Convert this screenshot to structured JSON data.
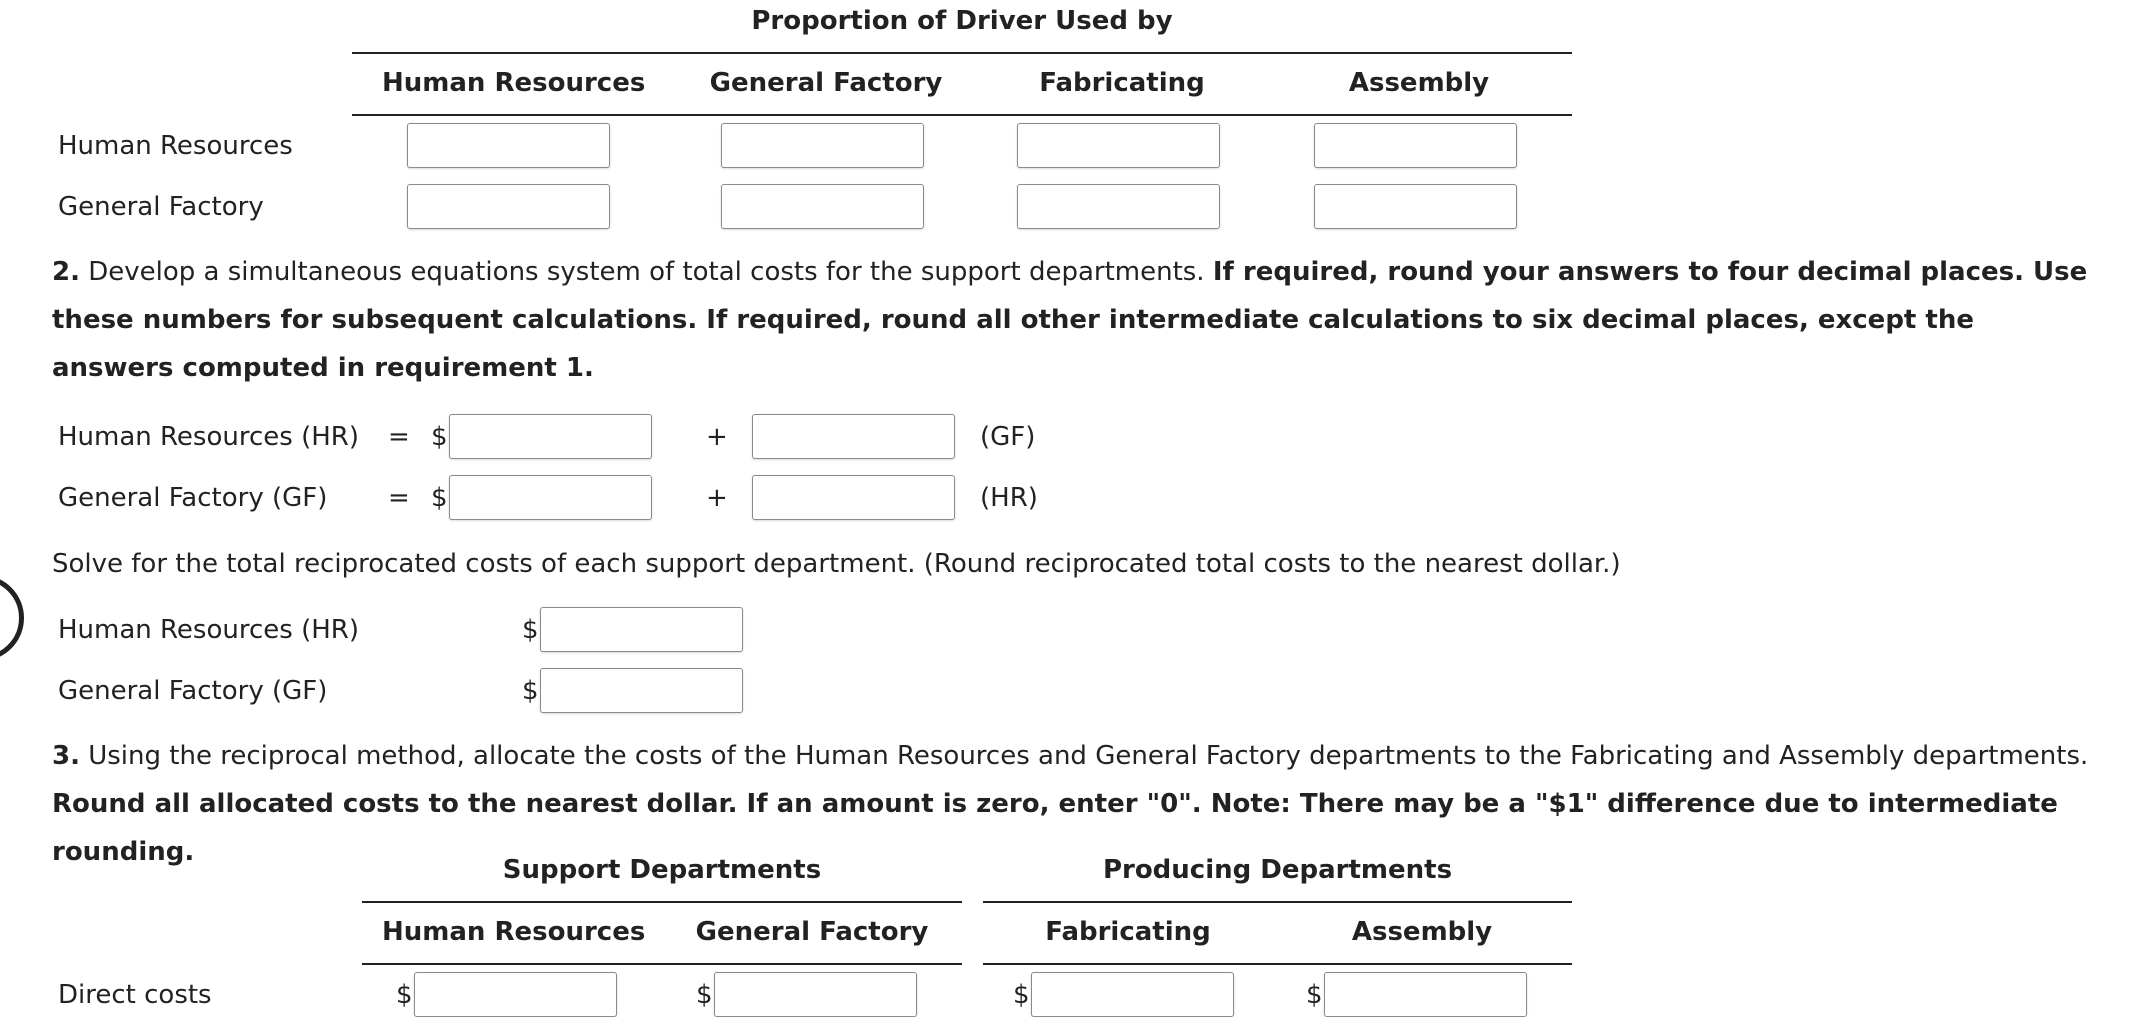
{
  "table1": {
    "title": "Proportion of Driver Used by",
    "columns": [
      "Human Resources",
      "General Factory",
      "Fabricating",
      "Assembly"
    ],
    "rows": [
      "Human Resources",
      "General Factory"
    ],
    "values": [
      [
        "",
        "",
        "",
        ""
      ],
      [
        "",
        "",
        "",
        ""
      ]
    ]
  },
  "req2": {
    "number": "2.",
    "text": " Develop a simultaneous equations system of total costs for the support departments. ",
    "bold": "If required, round your answers to four decimal places. Use these numbers for subsequent calculations. If required, round all other intermediate calculations to six decimal places, except the answers computed in requirement 1.",
    "equations": [
      {
        "label": "Human Resources (HR)",
        "equals": "=",
        "currency": "$",
        "constant": "",
        "plus": "+",
        "coefficient": "",
        "variable": "(GF)"
      },
      {
        "label": "General Factory (GF)",
        "equals": "=",
        "currency": "$",
        "constant": "",
        "plus": "+",
        "coefficient": "",
        "variable": "(HR)"
      }
    ],
    "solve_text": "Solve for the total reciprocated costs of each support department. (Round reciprocated total costs to the nearest dollar.)",
    "solve_rows": [
      {
        "label": "Human Resources (HR)",
        "currency": "$",
        "value": ""
      },
      {
        "label": "General Factory (GF)",
        "currency": "$",
        "value": ""
      }
    ]
  },
  "req3": {
    "number": "3.",
    "text": " Using the reciprocal method, allocate the costs of the Human Resources and General Factory departments to the Fabricating and Assembly departments. ",
    "bold": "Round all allocated costs to the nearest dollar. If an amount is zero, enter \"0\". Note: There may be a \"$1\" difference due to intermediate rounding.",
    "group_support": "Support Departments",
    "group_producing": "Producing Departments",
    "columns": [
      "Human Resources",
      "General Factory",
      "Fabricating",
      "Assembly"
    ],
    "row_label": "Direct costs",
    "currency": "$",
    "values": [
      "",
      "",
      "",
      ""
    ]
  }
}
